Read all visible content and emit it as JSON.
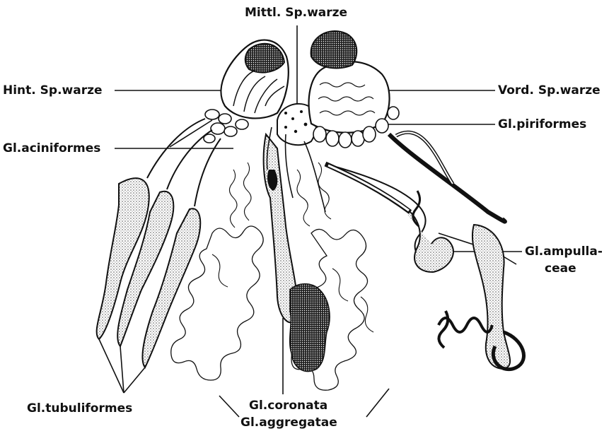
{
  "labels": {
    "mittl": "Mittl. Sp.warze",
    "hint": "Hint. Sp.warze",
    "vord": "Vord. Sp.warze",
    "piriformes": "Gl.piriformes",
    "aciniformes": "Gl.aciniformes",
    "ampulla_line1": "Gl.ampulla-",
    "ampulla_line2": "ceae",
    "tubuliformes": "Gl.tubuliformes",
    "coronata": "Gl.coronata",
    "aggregatae": "Gl.aggregatae"
  },
  "colors": {
    "ink": "#111111",
    "stipple": "#c8c8c8",
    "paper": "#ffffff"
  }
}
